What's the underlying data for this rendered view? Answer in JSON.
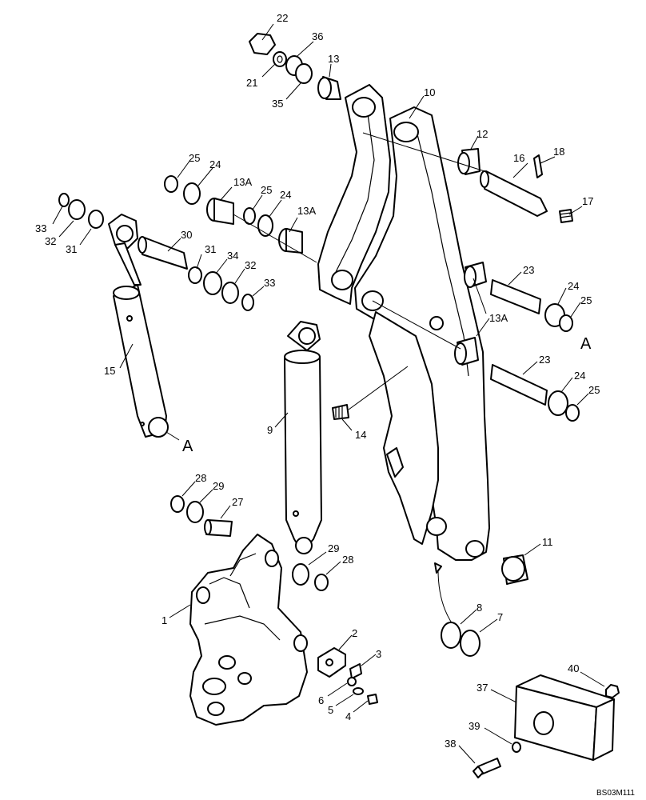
{
  "diagram": {
    "reference_code": "BS03M111",
    "labels": [
      {
        "id": "p22",
        "text": "22"
      },
      {
        "id": "p36",
        "text": "36"
      },
      {
        "id": "p21",
        "text": "21"
      },
      {
        "id": "p13",
        "text": "13"
      },
      {
        "id": "p35",
        "text": "35"
      },
      {
        "id": "p10",
        "text": "10"
      },
      {
        "id": "p12",
        "text": "12"
      },
      {
        "id": "p16",
        "text": "16"
      },
      {
        "id": "p18",
        "text": "18"
      },
      {
        "id": "p17",
        "text": "17"
      },
      {
        "id": "p25a",
        "text": "25"
      },
      {
        "id": "p24a",
        "text": "24"
      },
      {
        "id": "p13Aa",
        "text": "13A"
      },
      {
        "id": "p25b",
        "text": "25"
      },
      {
        "id": "p24b",
        "text": "24"
      },
      {
        "id": "p13Ab",
        "text": "13A"
      },
      {
        "id": "p33a",
        "text": "33"
      },
      {
        "id": "p32a",
        "text": "32"
      },
      {
        "id": "p31a",
        "text": "31"
      },
      {
        "id": "p30",
        "text": "30"
      },
      {
        "id": "p31b",
        "text": "31"
      },
      {
        "id": "p34",
        "text": "34"
      },
      {
        "id": "p32b",
        "text": "32"
      },
      {
        "id": "p33b",
        "text": "33"
      },
      {
        "id": "p23a",
        "text": "23"
      },
      {
        "id": "p24c",
        "text": "24"
      },
      {
        "id": "p25c",
        "text": "25"
      },
      {
        "id": "p13Ac",
        "text": "13A"
      },
      {
        "id": "pAr",
        "text": "A"
      },
      {
        "id": "p15",
        "text": "15"
      },
      {
        "id": "p23b",
        "text": "23"
      },
      {
        "id": "p24d",
        "text": "24"
      },
      {
        "id": "p25d",
        "text": "25"
      },
      {
        "id": "p9",
        "text": "9"
      },
      {
        "id": "p14",
        "text": "14"
      },
      {
        "id": "pAl",
        "text": "A"
      },
      {
        "id": "p28a",
        "text": "28"
      },
      {
        "id": "p29a",
        "text": "29"
      },
      {
        "id": "p27",
        "text": "27"
      },
      {
        "id": "p11",
        "text": "11"
      },
      {
        "id": "p29b",
        "text": "29"
      },
      {
        "id": "p28b",
        "text": "28"
      },
      {
        "id": "p1",
        "text": "1"
      },
      {
        "id": "p8",
        "text": "8"
      },
      {
        "id": "p7",
        "text": "7"
      },
      {
        "id": "p2",
        "text": "2"
      },
      {
        "id": "p3",
        "text": "3"
      },
      {
        "id": "p6",
        "text": "6"
      },
      {
        "id": "p5",
        "text": "5"
      },
      {
        "id": "p4",
        "text": "4"
      },
      {
        "id": "p40",
        "text": "40"
      },
      {
        "id": "p37",
        "text": "37"
      },
      {
        "id": "p39",
        "text": "39"
      },
      {
        "id": "p38",
        "text": "38"
      }
    ]
  }
}
